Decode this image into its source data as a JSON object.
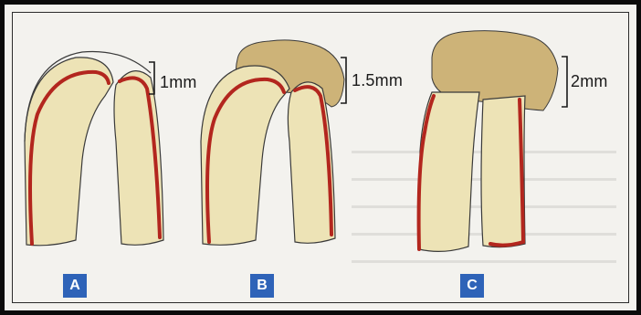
{
  "figure": {
    "panels": [
      {
        "id": "A",
        "label": "A",
        "measurement": "1mm"
      },
      {
        "id": "B",
        "label": "B",
        "measurement": "1.5mm"
      },
      {
        "id": "C",
        "label": "C",
        "measurement": "2mm"
      }
    ],
    "colors": {
      "border": "#0b0b0b",
      "background": "#f3f2ee",
      "tooth_fill": "#ede3b6",
      "gutta_percha": "#b3261e",
      "filling_material": "#cdb378",
      "outline": "#3a3a3a",
      "label_badge": "#2e63b8"
    }
  }
}
